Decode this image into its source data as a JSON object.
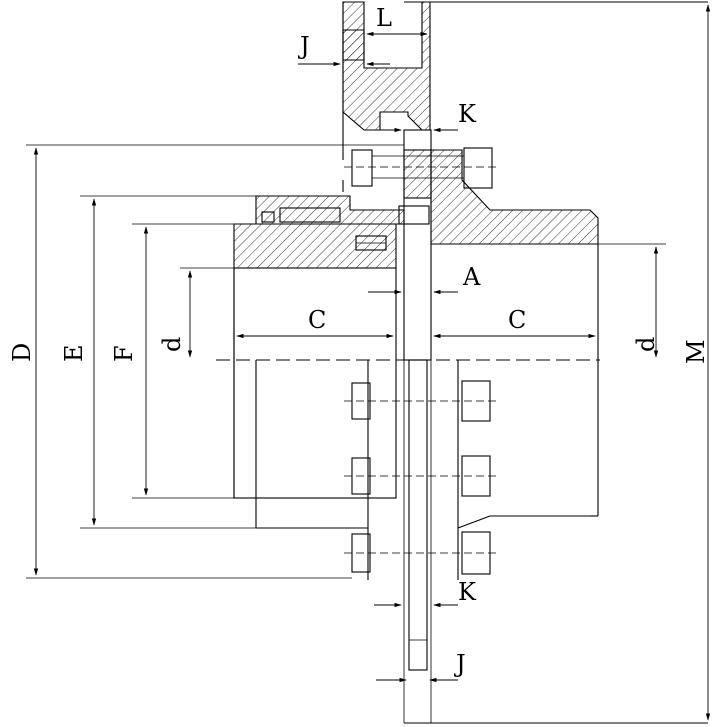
{
  "labels": {
    "L": "L",
    "J_top": "J",
    "K_top": "K",
    "D": "D",
    "E": "E",
    "F": "F",
    "d_left": "d",
    "A": "A",
    "C_left": "C",
    "C_right": "C",
    "d_right": "d",
    "M": "M",
    "K_bottom": "K",
    "J_bottom": "J"
  }
}
